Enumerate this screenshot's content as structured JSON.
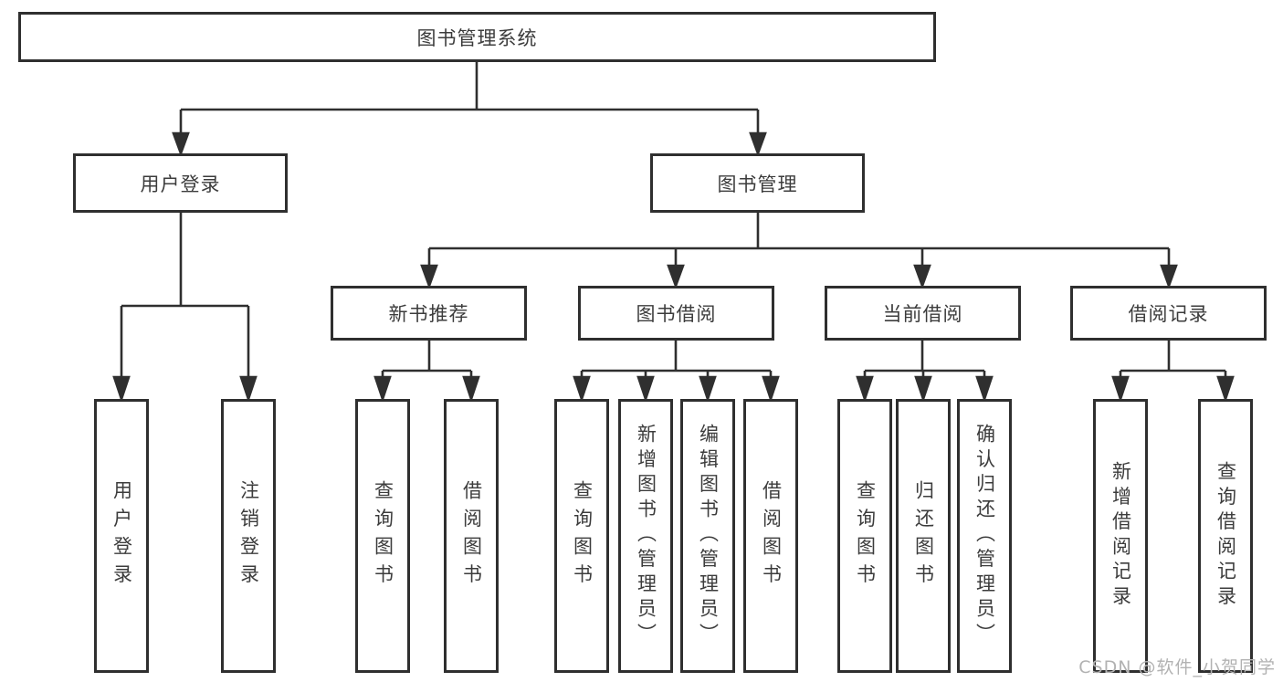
{
  "diagram": {
    "root": "图书管理系统",
    "user_login": {
      "label": "用户登录",
      "children": [
        "用户登录",
        "注销登录"
      ]
    },
    "book_management": {
      "label": "图书管理",
      "sections": [
        {
          "label": "新书推荐",
          "children": [
            "查询图书",
            "借阅图书"
          ]
        },
        {
          "label": "图书借阅",
          "children": [
            "查询图书",
            "新增图书（管理员）",
            "编辑图书（管理员）",
            "借阅图书"
          ]
        },
        {
          "label": "当前借阅",
          "children": [
            "查询图书",
            "归还图书",
            "确认归还（管理员）"
          ]
        },
        {
          "label": "借阅记录",
          "children": [
            "新增借阅记录",
            "查询借阅记录"
          ]
        }
      ]
    },
    "line_color": "#2f2f2f"
  },
  "watermark": {
    "text": "CSDN @软件_小贺同学"
  }
}
